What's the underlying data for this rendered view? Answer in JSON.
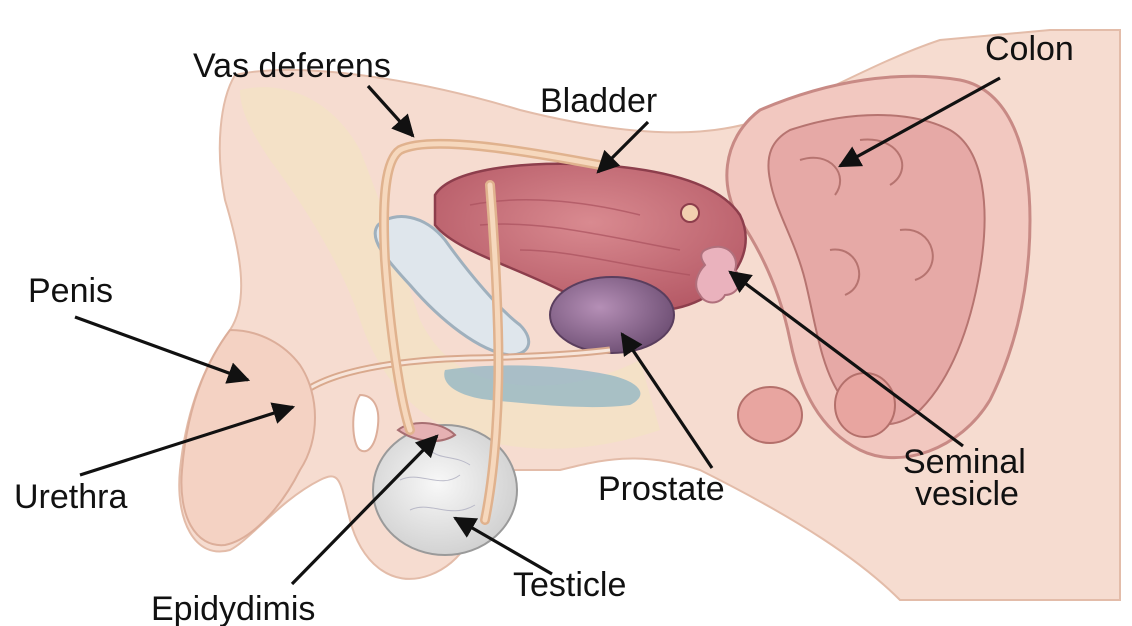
{
  "labels": {
    "vas_deferens": "Vas deferens",
    "bladder": "Bladder",
    "colon": "Colon",
    "penis": "Penis",
    "urethra": "Urethra",
    "prostate": "Prostate",
    "seminal_vesicle_line1": "Seminal",
    "seminal_vesicle_line2": "vesicle",
    "testicle": "Testicle",
    "epididymis": "Epidydimis"
  },
  "colors": {
    "skin": "#f6dcd0",
    "skin_edge": "#e8c2b2",
    "fat": "#f3e2c6",
    "bladder": "#c9707a",
    "bladder_dark": "#a9515e",
    "prostate": "#8f6a93",
    "colon": "#e6a9a6",
    "colon_wall": "#f2c8c0",
    "vas": "#f0c9a8",
    "testicle": "#ececec",
    "blue_tissue": "#8fb4c4",
    "bone": "#dfe6ec",
    "arrow": "#111111"
  }
}
